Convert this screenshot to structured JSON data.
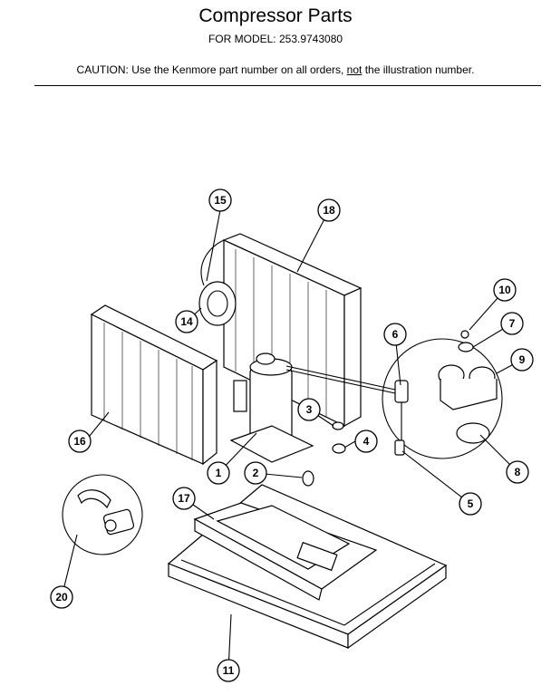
{
  "header": {
    "title": "Compressor Parts",
    "model_label": "FOR MODEL:",
    "model_number": "253.9743080",
    "caution_prefix": "CAUTION:  Use the Kenmore part number on all orders, ",
    "caution_emphasis": "not",
    "caution_suffix": " the illustration number."
  },
  "callouts": [
    "1",
    "2",
    "3",
    "4",
    "5",
    "6",
    "7",
    "8",
    "9",
    "10",
    "11",
    "14",
    "15",
    "16",
    "17",
    "18",
    "20"
  ]
}
